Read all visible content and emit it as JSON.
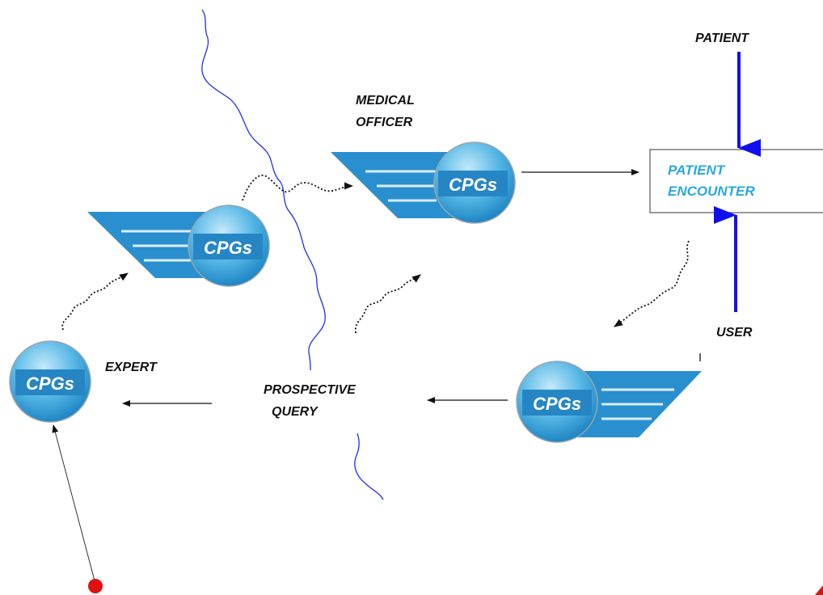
{
  "labels": {
    "patient": "PATIENT",
    "medical_officer_line1": "MEDICAL",
    "medical_officer_line2": "OFFICER",
    "encounter_line1": "PATIENT",
    "encounter_line2": "ENCOUNTER",
    "user": "USER",
    "expert": "EXPERT",
    "query_line1": "PROSPECTIVE",
    "query_line2": "QUERY",
    "cpg_badge": "CPGs"
  },
  "colors": {
    "wing": "#2a8fcf",
    "wing_stripe": "#d9eef9",
    "orb_light": "#c4e9fa",
    "orb_mid": "#57b8e6",
    "orb_dark": "#1e86c4",
    "cpg_text_bg": "#2686c4",
    "blue_arrow": "#1010ee",
    "river": "#2e3cf0",
    "encounter_text": "#2aa7e0",
    "dot": "#e01010",
    "corner_mark": "#d01a1a"
  },
  "icons": {
    "cpg_badge": "winged-cpg-orb-icon",
    "expert_badge": "cpg-orb-icon"
  }
}
